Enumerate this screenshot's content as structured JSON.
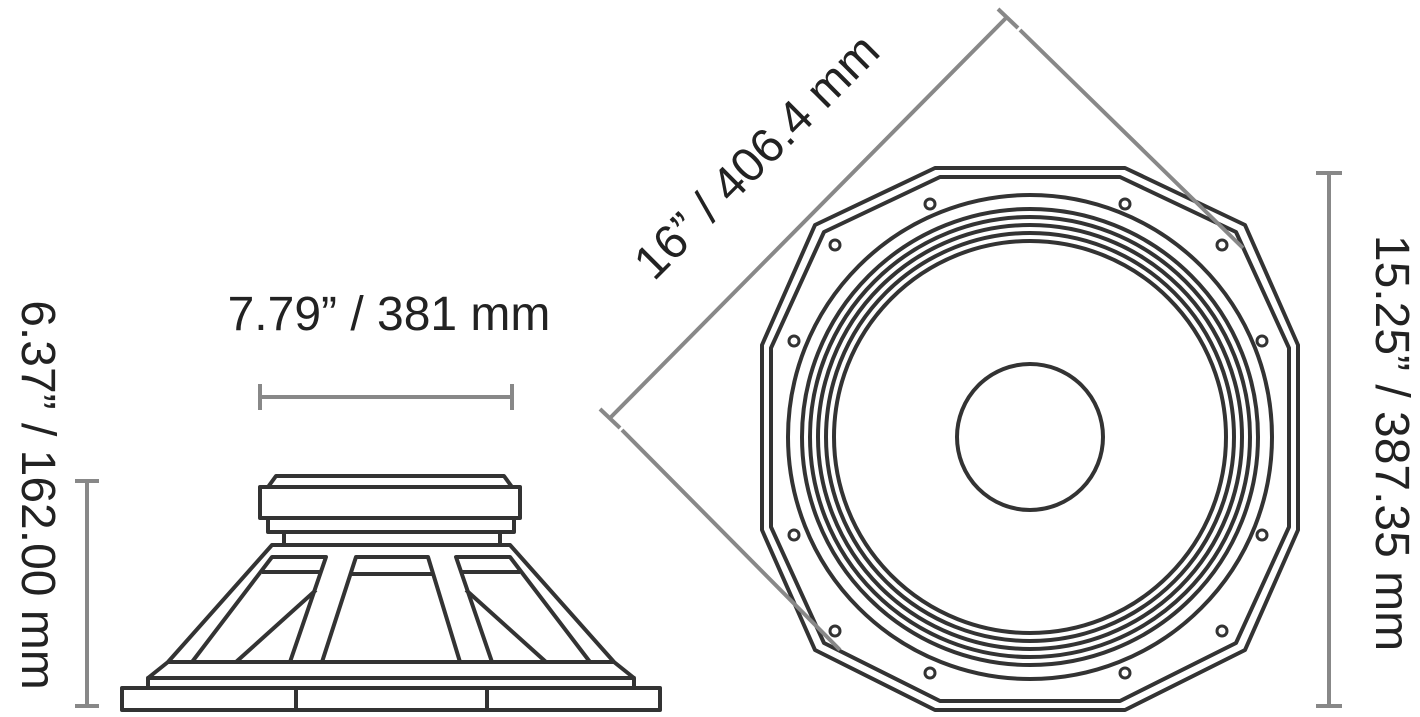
{
  "dimensions": {
    "depth": "6.37” / 162.00 mm",
    "magnet_width": "7.79” / 381 mm",
    "diameter": "16” / 406.4 mm",
    "height": "15.25” / 387.35 mm"
  },
  "colors": {
    "outline": "#333333",
    "dimension_line": "#888888",
    "text": "#222222"
  }
}
